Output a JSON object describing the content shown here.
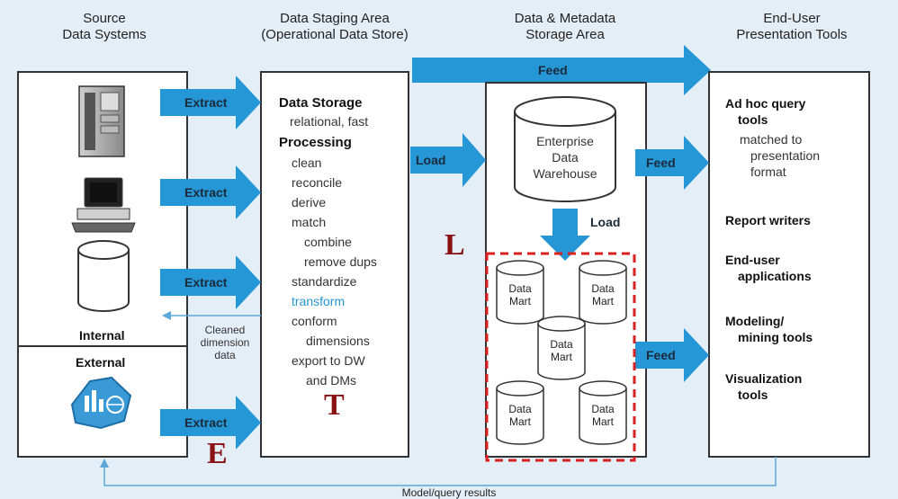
{
  "headers": {
    "source": [
      "Source",
      "Data Systems"
    ],
    "staging": [
      "Data Staging Area",
      "(Operational Data Store)"
    ],
    "storage": [
      "Data & Metadata",
      "Storage Area"
    ],
    "presentation": [
      "End-User",
      "Presentation Tools"
    ]
  },
  "source_col": {
    "internal_label": "Internal",
    "external_label": "External"
  },
  "arrows": {
    "extract": "Extract",
    "load": "Load",
    "feed": "Feed",
    "load_down": "Load"
  },
  "cleaned_note": [
    "Cleaned",
    "dimension",
    "data"
  ],
  "staging_col": {
    "storage_title": "Data Storage",
    "storage_desc": "relational, fast",
    "processing_title": "Processing",
    "steps": [
      "clean",
      "reconcile",
      "derive",
      "match"
    ],
    "match_sub": [
      "combine",
      "remove dups"
    ],
    "standardize": "standardize",
    "transform": "transform",
    "conform": "conform",
    "conform_sub": "dimensions",
    "export": "export to DW",
    "export_sub": "and DMs"
  },
  "storage_col": {
    "edw": [
      "Enterprise",
      "Data",
      "Warehouse"
    ],
    "data_mart": [
      "Data",
      "Mart"
    ]
  },
  "presentation_col": {
    "adhoc": [
      "Ad hoc query",
      "tools"
    ],
    "adhoc_desc": [
      "matched to",
      "presentation",
      "format"
    ],
    "report": "Report writers",
    "enduser": [
      "End-user",
      "applications"
    ],
    "modeling": [
      "Modeling/",
      "mining tools"
    ],
    "visualization": [
      "Visualization",
      "tools"
    ]
  },
  "etl_letters": {
    "e": "E",
    "t": "T",
    "l": "L"
  },
  "bottom_label": "Model/query results",
  "colors": {
    "arrow_blue": "#2596d6",
    "line_blue": "#5aa8d8",
    "mart_border": "#d82020",
    "letter_red": "#8b1212"
  }
}
